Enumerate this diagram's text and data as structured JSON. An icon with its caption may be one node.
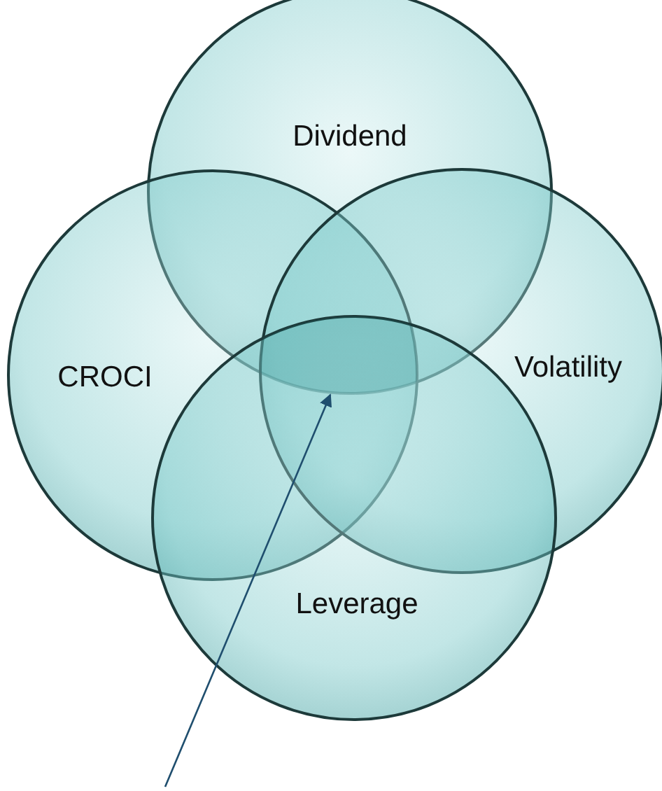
{
  "diagram": {
    "nodes": [
      {
        "text": [
          "Dividend"
        ]
      },
      {
        "text": [
          "CROCI"
        ]
      },
      {
        "text": [
          "Volatility"
        ]
      },
      {
        "text": [
          "Leverage"
        ]
      },
      {
        "text": [],
        "shape": "region"
      }
    ],
    "edges": [
      {
        "from": null,
        "to": 4,
        "arrow": "to"
      }
    ]
  }
}
